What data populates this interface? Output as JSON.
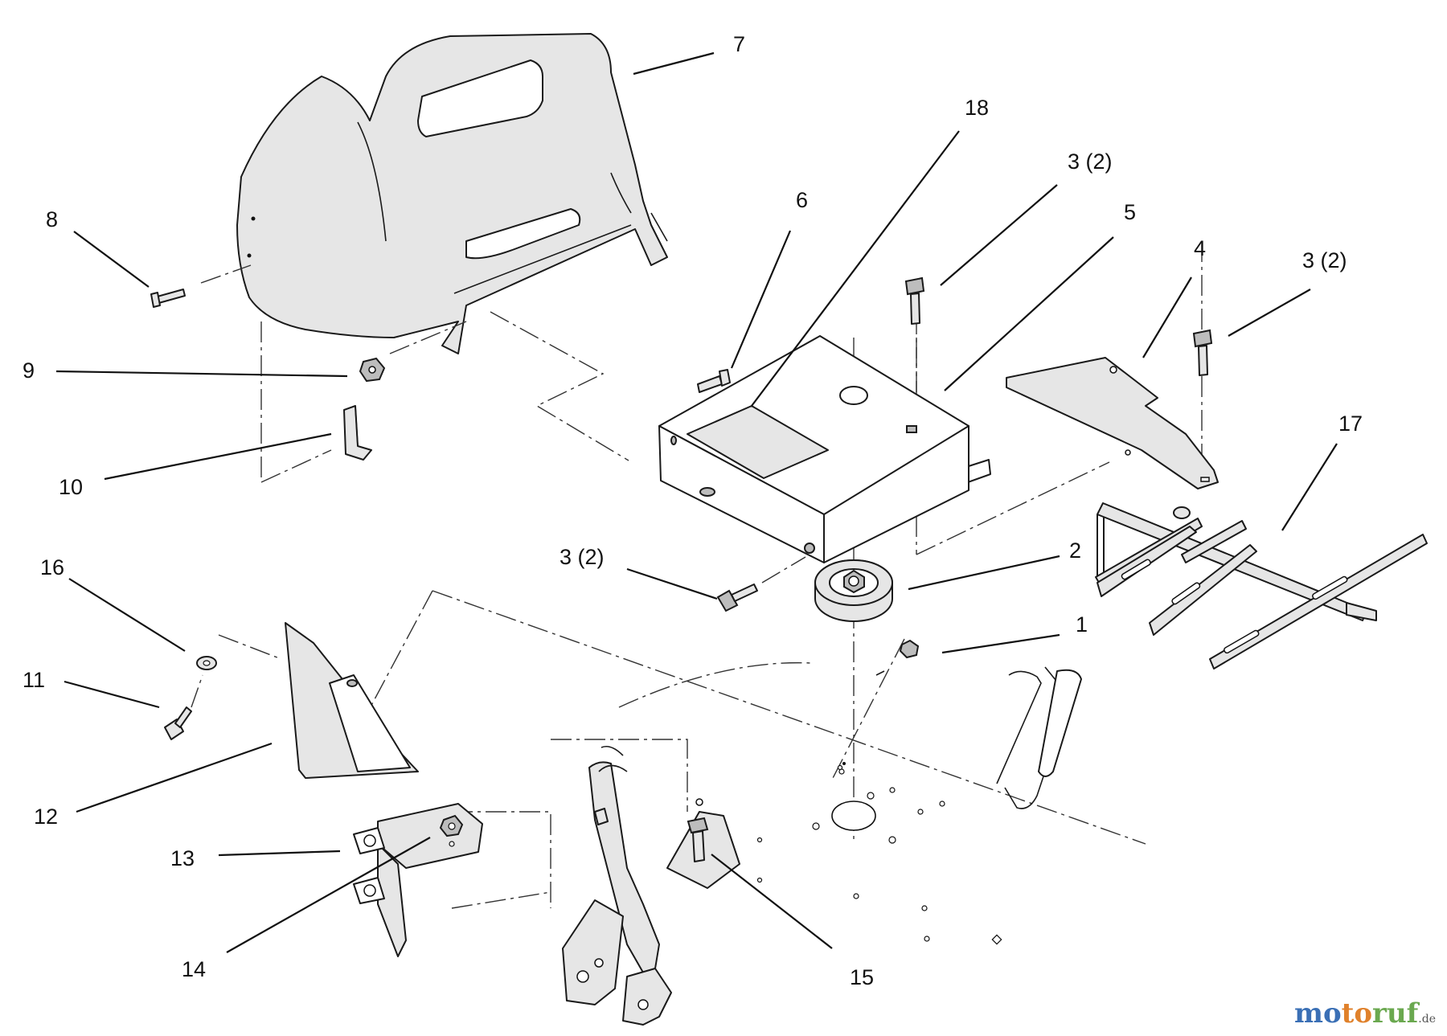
{
  "callouts": {
    "c1": "1",
    "c2": "2",
    "c3a": "3 (2)",
    "c3b": "3 (2)",
    "c3c": "3 (2)",
    "c4": "4",
    "c5": "5",
    "c6": "6",
    "c7": "7",
    "c8": "8",
    "c9": "9",
    "c10": "10",
    "c11": "11",
    "c12": "12",
    "c13": "13",
    "c14": "14",
    "c15": "15",
    "c16": "16",
    "c17": "17",
    "c18": "18"
  },
  "watermark": {
    "part1": "mo",
    "part2": "to",
    "part3": "ruf",
    "suffix": ".de"
  },
  "colors": {
    "line": "#1a1a1a",
    "fill": "#e6e6e6",
    "background": "#ffffff"
  }
}
